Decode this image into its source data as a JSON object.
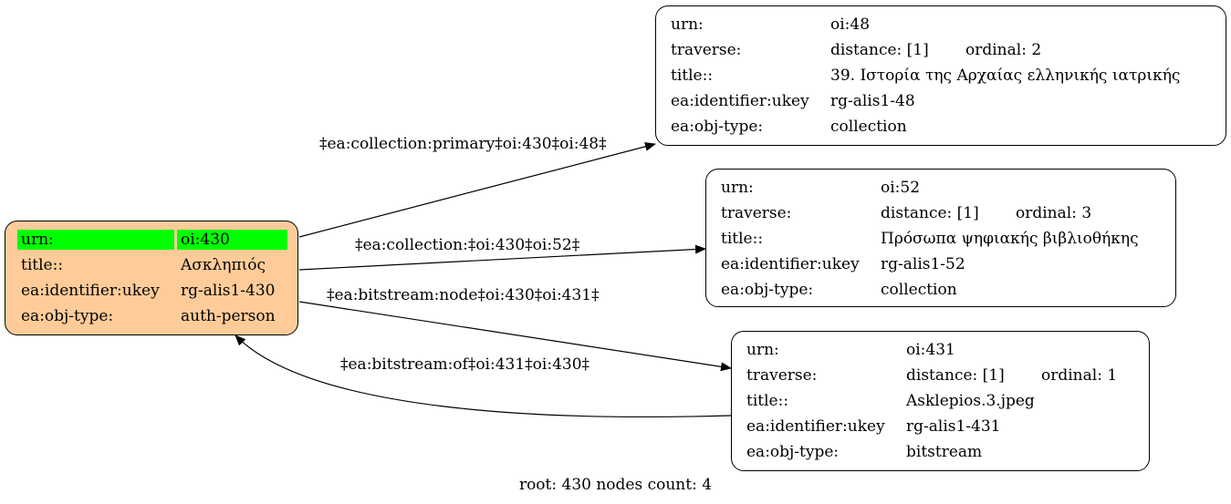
{
  "root_node": {
    "fill": "#ffcc99",
    "highlight": "#00ff00",
    "rows": [
      {
        "key": "urn:",
        "value": "oi:430"
      },
      {
        "key": "title::",
        "value": "Ασκληπιός"
      },
      {
        "key": "ea:identifier:ukey",
        "value": "rg-alis1-430"
      },
      {
        "key": "ea:obj-type:",
        "value": "auth-person"
      }
    ]
  },
  "nodes": [
    {
      "urn": "oi:48",
      "distance": "distance: [1]",
      "ordinal": "ordinal: 2",
      "title": "39. Ιστορία της Αρχαίας ελληνικής ιατρικής",
      "ukey": "rg-alis1-48",
      "obj_type": "collection"
    },
    {
      "urn": "oi:52",
      "distance": "distance: [1]",
      "ordinal": "ordinal: 3",
      "title": "Πρόσωπα ψηφιακής βιβλιοθήκης",
      "ukey": "rg-alis1-52",
      "obj_type": "collection"
    },
    {
      "urn": "oi:431",
      "distance": "distance: [1]",
      "ordinal": "ordinal: 1",
      "title": "Asklepios.3.jpeg",
      "ukey": "rg-alis1-431",
      "obj_type": "bitstream"
    }
  ],
  "keys": {
    "urn": "urn:",
    "traverse": "traverse:",
    "title": "title::",
    "ukey": "ea:identifier:ukey",
    "obj_type": "ea:obj-type:"
  },
  "edges": [
    {
      "label": "‡ea:collection:primary‡oi:430‡oi:48‡"
    },
    {
      "label": "‡ea:collection:‡oi:430‡oi:52‡"
    },
    {
      "label": "‡ea:bitstream:node‡oi:430‡oi:431‡"
    },
    {
      "label": "‡ea:bitstream:of‡oi:431‡oi:430‡"
    }
  ],
  "footer": "root: 430 nodes count: 4"
}
